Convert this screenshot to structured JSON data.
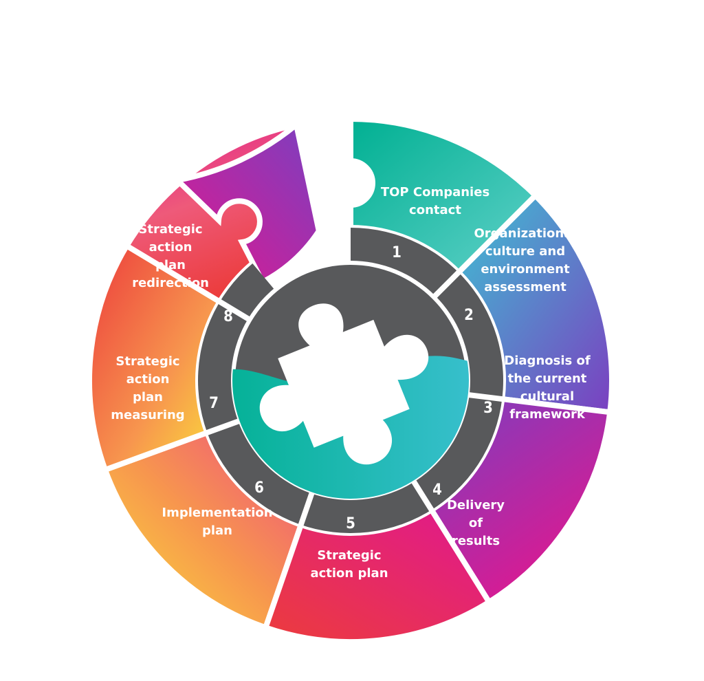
{
  "colors": {
    "hub": "#58595b",
    "teal": "#00b092",
    "cyan": "#3ec1d3",
    "purple": "#7b3fc0",
    "magenta": "#e0188f",
    "pink": "#ee4f80",
    "red": "#ec3c3c",
    "orange": "#f7964e",
    "yellow": "#fbe03a"
  },
  "segments": [
    {
      "number": "1",
      "lines": [
        "TOP Companies",
        "contact"
      ]
    },
    {
      "number": "2",
      "lines": [
        "Organizational",
        "culture and",
        "environment",
        "assessment"
      ]
    },
    {
      "number": "3",
      "lines": [
        "Diagnosis of",
        "the current",
        "cultural",
        "framework"
      ]
    },
    {
      "number": "4",
      "lines": [
        "Delivery",
        "of",
        "results"
      ]
    },
    {
      "number": "5",
      "lines": [
        "Strategic",
        "action plan"
      ]
    },
    {
      "number": "6",
      "lines": [
        "Implementation",
        "plan"
      ]
    },
    {
      "number": "7",
      "lines": [
        "Strategic",
        "action",
        "plan",
        "measuring"
      ]
    },
    {
      "number": "8",
      "lines": [
        "Strategic",
        "action",
        "plan",
        "redirection"
      ]
    }
  ],
  "center_icon": "puzzle-piece-icon"
}
